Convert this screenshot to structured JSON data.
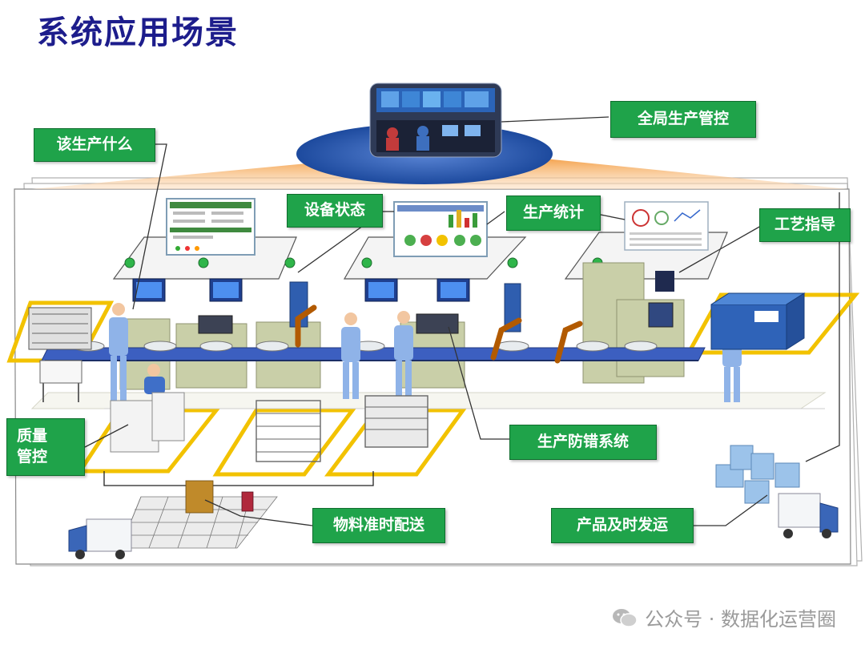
{
  "title": "系统应用场景",
  "labels": {
    "global_control": "全局生产管控",
    "what_to_produce": "该生产什么",
    "equipment_status": "设备状态",
    "production_stats": "生产统计",
    "process_guidance": "工艺指导",
    "quality_line1": "质量",
    "quality_line2": "管控",
    "error_proofing": "生产防错系统",
    "material_delivery": "物料准时配送",
    "product_shipping": "产品及时发运"
  },
  "watermark": {
    "text": "公众号 · 数据化运营圈",
    "icon": "wechat-icon"
  },
  "colors": {
    "title": "#1d1d8c",
    "label_bg": "#1fa34a",
    "floor_outline": "#f2c200",
    "machine": "#c9cfa8",
    "worker": "#8fb3e8",
    "robot": "#e07a10"
  }
}
